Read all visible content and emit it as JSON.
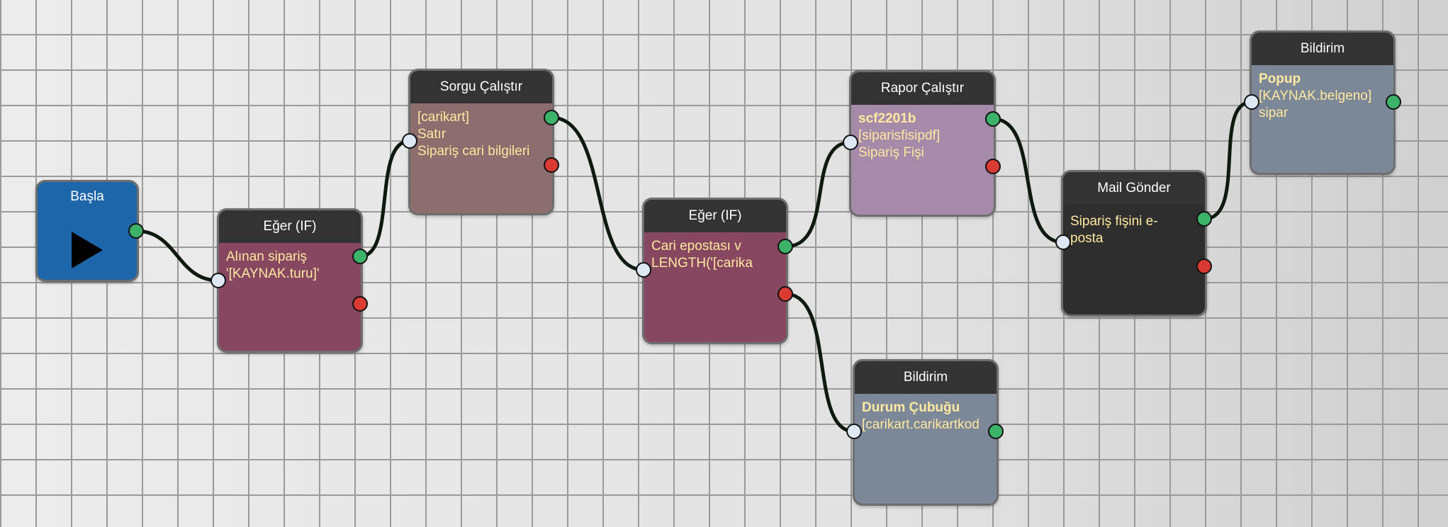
{
  "colors": {
    "if_node": "#874760",
    "query_node": "#8d6e6e",
    "report_node": "#a58aaa",
    "notify_node": "#7c8898",
    "mail_node": "#2e2e2e",
    "start_node": "#1e66aa",
    "port_input": "#dde8f4",
    "port_success": "#3db36a",
    "port_error": "#d93a32",
    "body_text": "#ffe8a0"
  },
  "nodes": {
    "start": {
      "title": "Başla",
      "icon": "play-icon"
    },
    "if1": {
      "title": "Eğer (IF)",
      "lines": [
        "Alınan sipariş",
        "'[KAYNAK.turu]'"
      ]
    },
    "query": {
      "title": "Sorgu Çalıştır",
      "lines": [
        "[carikart]",
        "Satır",
        "Sipariş cari bilgileri"
      ]
    },
    "if2": {
      "title": "Eğer (IF)",
      "lines": [
        "Cari epostası v",
        "LENGTH('[carika"
      ]
    },
    "report": {
      "title": "Rapor Çalıştır",
      "bold": "scf2201b",
      "lines": [
        "[siparisfisipdf]",
        "Sipariş Fişi"
      ]
    },
    "notify_bottom": {
      "title": "Bildirim",
      "bold": "Durum Çubuğu",
      "lines": [
        "[carikart.carikartkod"
      ]
    },
    "mail": {
      "title": "Mail Gönder",
      "lines": [
        "Sipariş fişini e-",
        "posta"
      ]
    },
    "notify_top": {
      "title": "Bildirim",
      "bold": "Popup",
      "lines": [
        "[KAYNAK.belgeno]",
        "sipar"
      ]
    }
  }
}
